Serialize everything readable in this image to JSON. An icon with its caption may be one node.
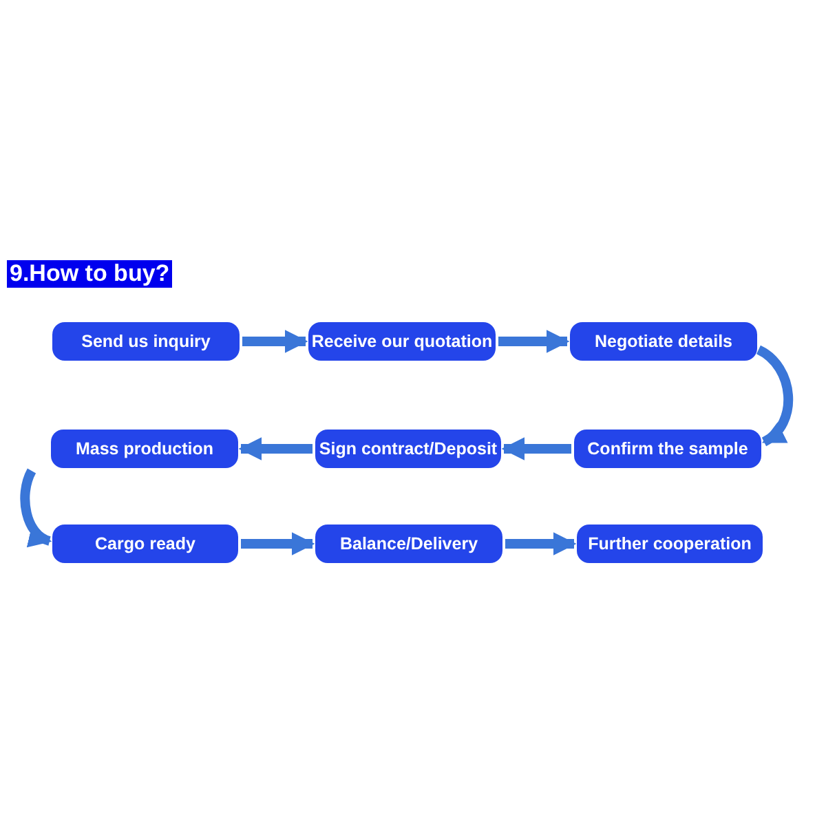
{
  "diagram": {
    "title": "9.How to buy?",
    "nodes": [
      {
        "text": [
          "Send us inquiry"
        ]
      },
      {
        "text": [
          "Receive our quotation"
        ]
      },
      {
        "text": [
          "Negotiate details"
        ]
      },
      {
        "text": [
          "Mass production"
        ]
      },
      {
        "text": [
          "Sign contract/Deposit"
        ]
      },
      {
        "text": [
          "Confirm the sample"
        ]
      },
      {
        "text": [
          "Cargo ready"
        ]
      },
      {
        "text": [
          "Balance/Delivery"
        ]
      },
      {
        "text": [
          "Further cooperation"
        ]
      }
    ],
    "edges": [
      {
        "from": 0,
        "to": 1,
        "arrow": "to"
      },
      {
        "from": 1,
        "to": 2,
        "arrow": "to"
      },
      {
        "from": 2,
        "to": 5,
        "arrow": "to"
      },
      {
        "from": 5,
        "to": 4,
        "arrow": "to"
      },
      {
        "from": 4,
        "to": 3,
        "arrow": "to"
      },
      {
        "from": 3,
        "to": 6,
        "arrow": "to"
      },
      {
        "from": 6,
        "to": 7,
        "arrow": "to"
      },
      {
        "from": 7,
        "to": 8,
        "arrow": "to"
      }
    ]
  }
}
